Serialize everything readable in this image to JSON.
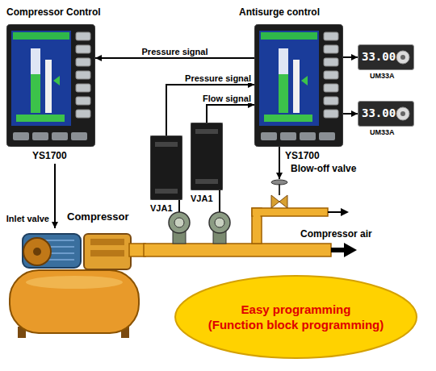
{
  "diagram": {
    "nodes": [
      {
        "text": [
          "Compressor Control",
          "YS1700"
        ]
      },
      {
        "text": [
          "Antisurge control",
          "YS1700"
        ]
      },
      {
        "text": [
          "33.00",
          "UM33A"
        ]
      },
      {
        "text": [
          "33.00",
          "UM33A"
        ]
      },
      {
        "text": [
          "VJA1"
        ]
      },
      {
        "text": [
          "VJA1"
        ]
      },
      {
        "text": [
          "Blow-off valve"
        ]
      },
      {
        "text": [
          "Compressor"
        ]
      },
      {
        "text": [
          "Easy programming",
          "(Function block programming)"
        ]
      }
    ],
    "edges": [
      {
        "from": 1,
        "to": 0,
        "label": "Pressure signal",
        "arrow": "to"
      },
      {
        "from": 4,
        "to": 1,
        "label": "Pressure signal",
        "arrow": "to"
      },
      {
        "from": 5,
        "to": 1,
        "label": "Flow signal",
        "arrow": "to"
      },
      {
        "from": 1,
        "to": 2,
        "arrow": "to"
      },
      {
        "from": 1,
        "to": 3,
        "arrow": "to"
      },
      {
        "from": 0,
        "to": 7,
        "label": "Inlet valve",
        "arrow": "to"
      },
      {
        "from": 1,
        "to": 6,
        "arrow": "to"
      }
    ],
    "labels": [
      "Compressor air"
    ]
  }
}
